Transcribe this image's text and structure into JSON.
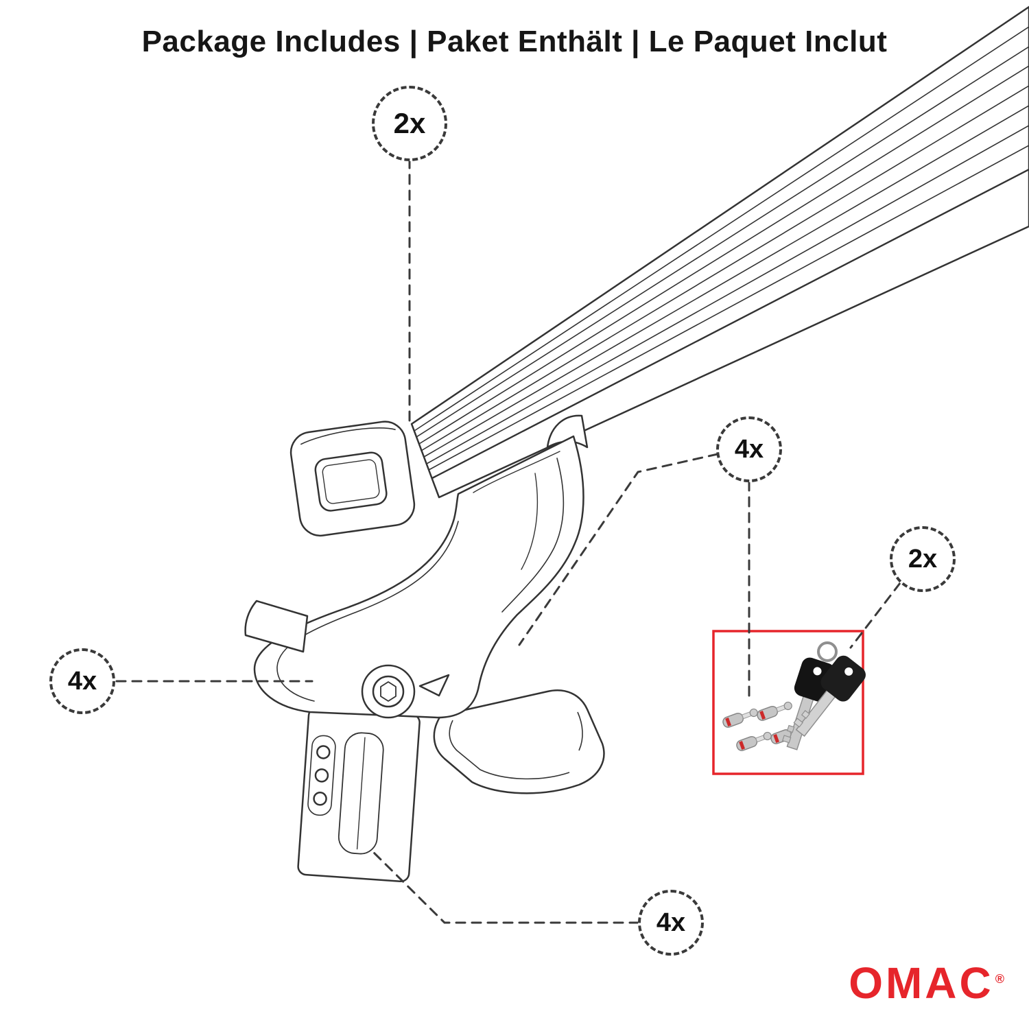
{
  "title": "Package Includes | Paket Enthält | Le Paquet Inclut",
  "callouts": {
    "crossbar_qty": "2x",
    "foot_qty": "4x",
    "lock_cylinders_qty": "4x",
    "keys_qty": "2x",
    "clamp_bracket_qty": "4x"
  },
  "brand": {
    "name": "OMAC",
    "registered_mark": "®"
  },
  "colors": {
    "line": "#333333",
    "accent_red": "#e6252b",
    "key_black": "#161616",
    "metal_gray": "#c6c6c6"
  }
}
